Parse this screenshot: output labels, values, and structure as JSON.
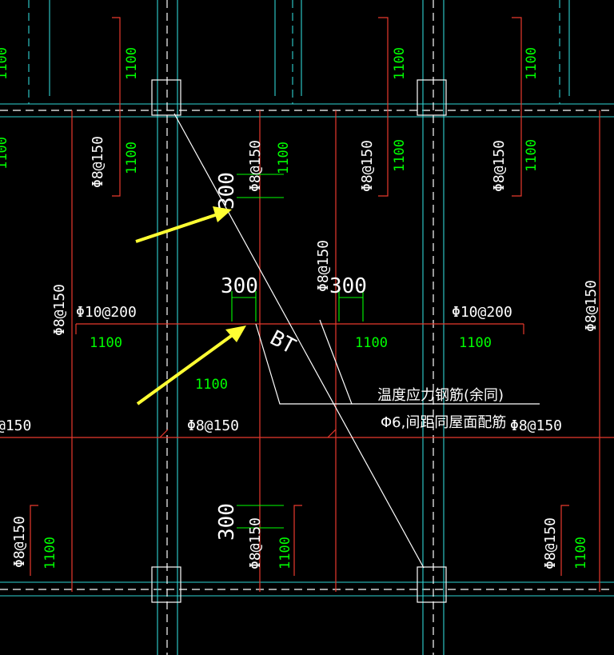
{
  "drawing": {
    "rebar_spec_150": "Φ8@150",
    "rebar_spec_150_cut": "@150",
    "rebar_spec_200": "Φ10@200",
    "len_1100": "1100",
    "dim_300": "300",
    "label_bt": "BT",
    "note_line1": "温度应力钢筋(余同)",
    "note_line2": "Φ6,间距同屋面配筋"
  },
  "colors": {
    "background": "#000000",
    "rebar_red": "#e8392d",
    "axis_cyan": "#2fd3d3",
    "text_green": "#00ff00",
    "arrow_yellow": "#ffff33"
  }
}
